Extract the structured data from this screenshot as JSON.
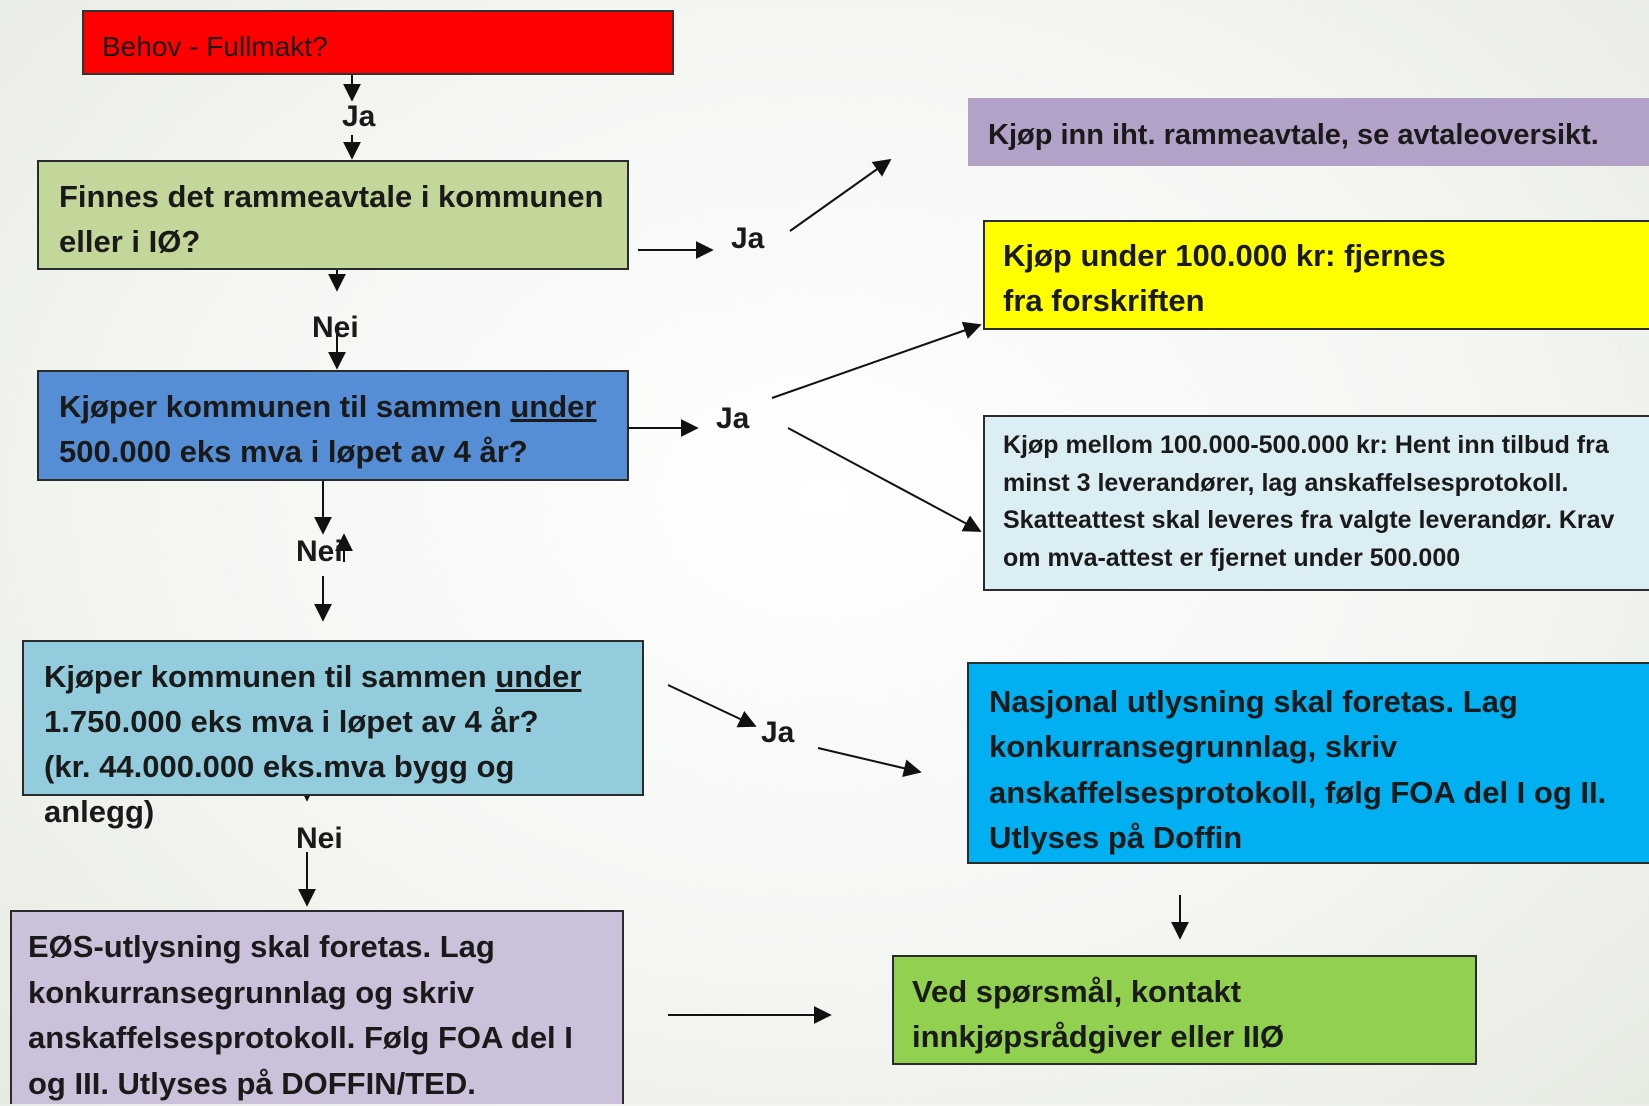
{
  "colors": {
    "red": "#ff0000",
    "sage": "#c4d79b",
    "blue": "#558ed5",
    "light_blue": "#93cddd",
    "lavender": "#b3a2c7",
    "yellow": "#ffff00",
    "pale_blue": "#dbeef4",
    "cyan": "#00b0f0",
    "green": "#92d050",
    "lilac": "#ccc1da"
  },
  "boxes": {
    "behov": "Behov - Fullmakt?",
    "rammeavtale_q": "Finnes det rammeavtale i kommunen eller i IØ?",
    "q500_pre": "Kjøper kommunen til sammen ",
    "q500_under": "under",
    "q500_post": " 500.000 eks mva i løpet av 4 år?",
    "q1750_pre": "Kjøper kommunen til sammen ",
    "q1750_under": "under",
    "q1750_post": " 1.750.000 eks mva i løpet av 4 år?(kr. 44.000.000 eks.mva bygg og anlegg)",
    "eos": "EØS-utlysning skal foretas. Lag konkurransegrunnlag og skriv anskaffelsesprotokoll. Følg FOA del I og III. Utlyses på DOFFIN/TED.",
    "rammeavtale_result": "Kjøp inn iht. rammeavtale, se avtaleoversikt.",
    "under_100k": "Kjøp under 100.000 kr: fjernes fra forskriften",
    "mellom_100k_500k": "Kjøp mellom 100.000-500.000 kr: Hent inn tilbud fra minst 3 leverandører, lag anskaffelsesprotokoll. Skatteattest skal leveres fra valgte leverandør. Krav om mva-attest er fjernet under 500.000",
    "nasjonal": "Nasjonal utlysning skal foretas. Lag konkurransegrunnlag, skriv anskaffelsesprotokoll, følg FOA del I og II. Utlyses på Doffin",
    "kontakt": "Ved spørsmål, kontakt innkjøpsrådgiver eller IIØ"
  },
  "labels": {
    "ja": "Ja",
    "nei": "Nei"
  }
}
